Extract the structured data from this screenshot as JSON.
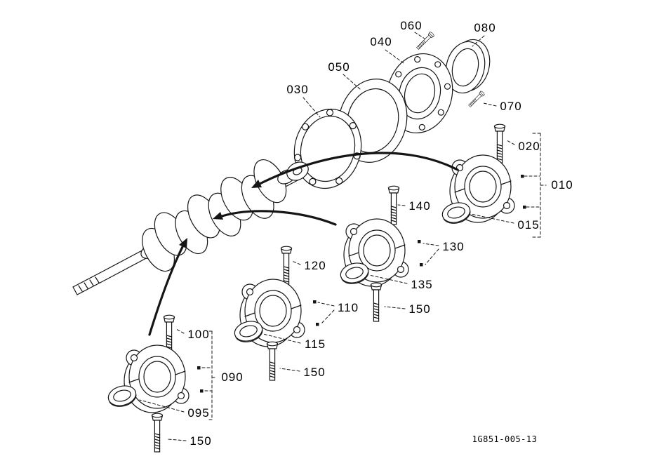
{
  "diagram": {
    "type": "exploded-parts-diagram",
    "drawing_number": "1G851-005-13"
  },
  "callouts": {
    "c010": "010",
    "c015": "015",
    "c020": "020",
    "c030": "030",
    "c040": "040",
    "c050": "050",
    "c060": "060",
    "c070": "070",
    "c080": "080",
    "c090": "090",
    "c095": "095",
    "c100": "100",
    "c110": "110",
    "c115": "115",
    "c120": "120",
    "c130": "130",
    "c135": "135",
    "c140": "140",
    "c150_a": "150",
    "c150_b": "150",
    "c150_c": "150"
  }
}
